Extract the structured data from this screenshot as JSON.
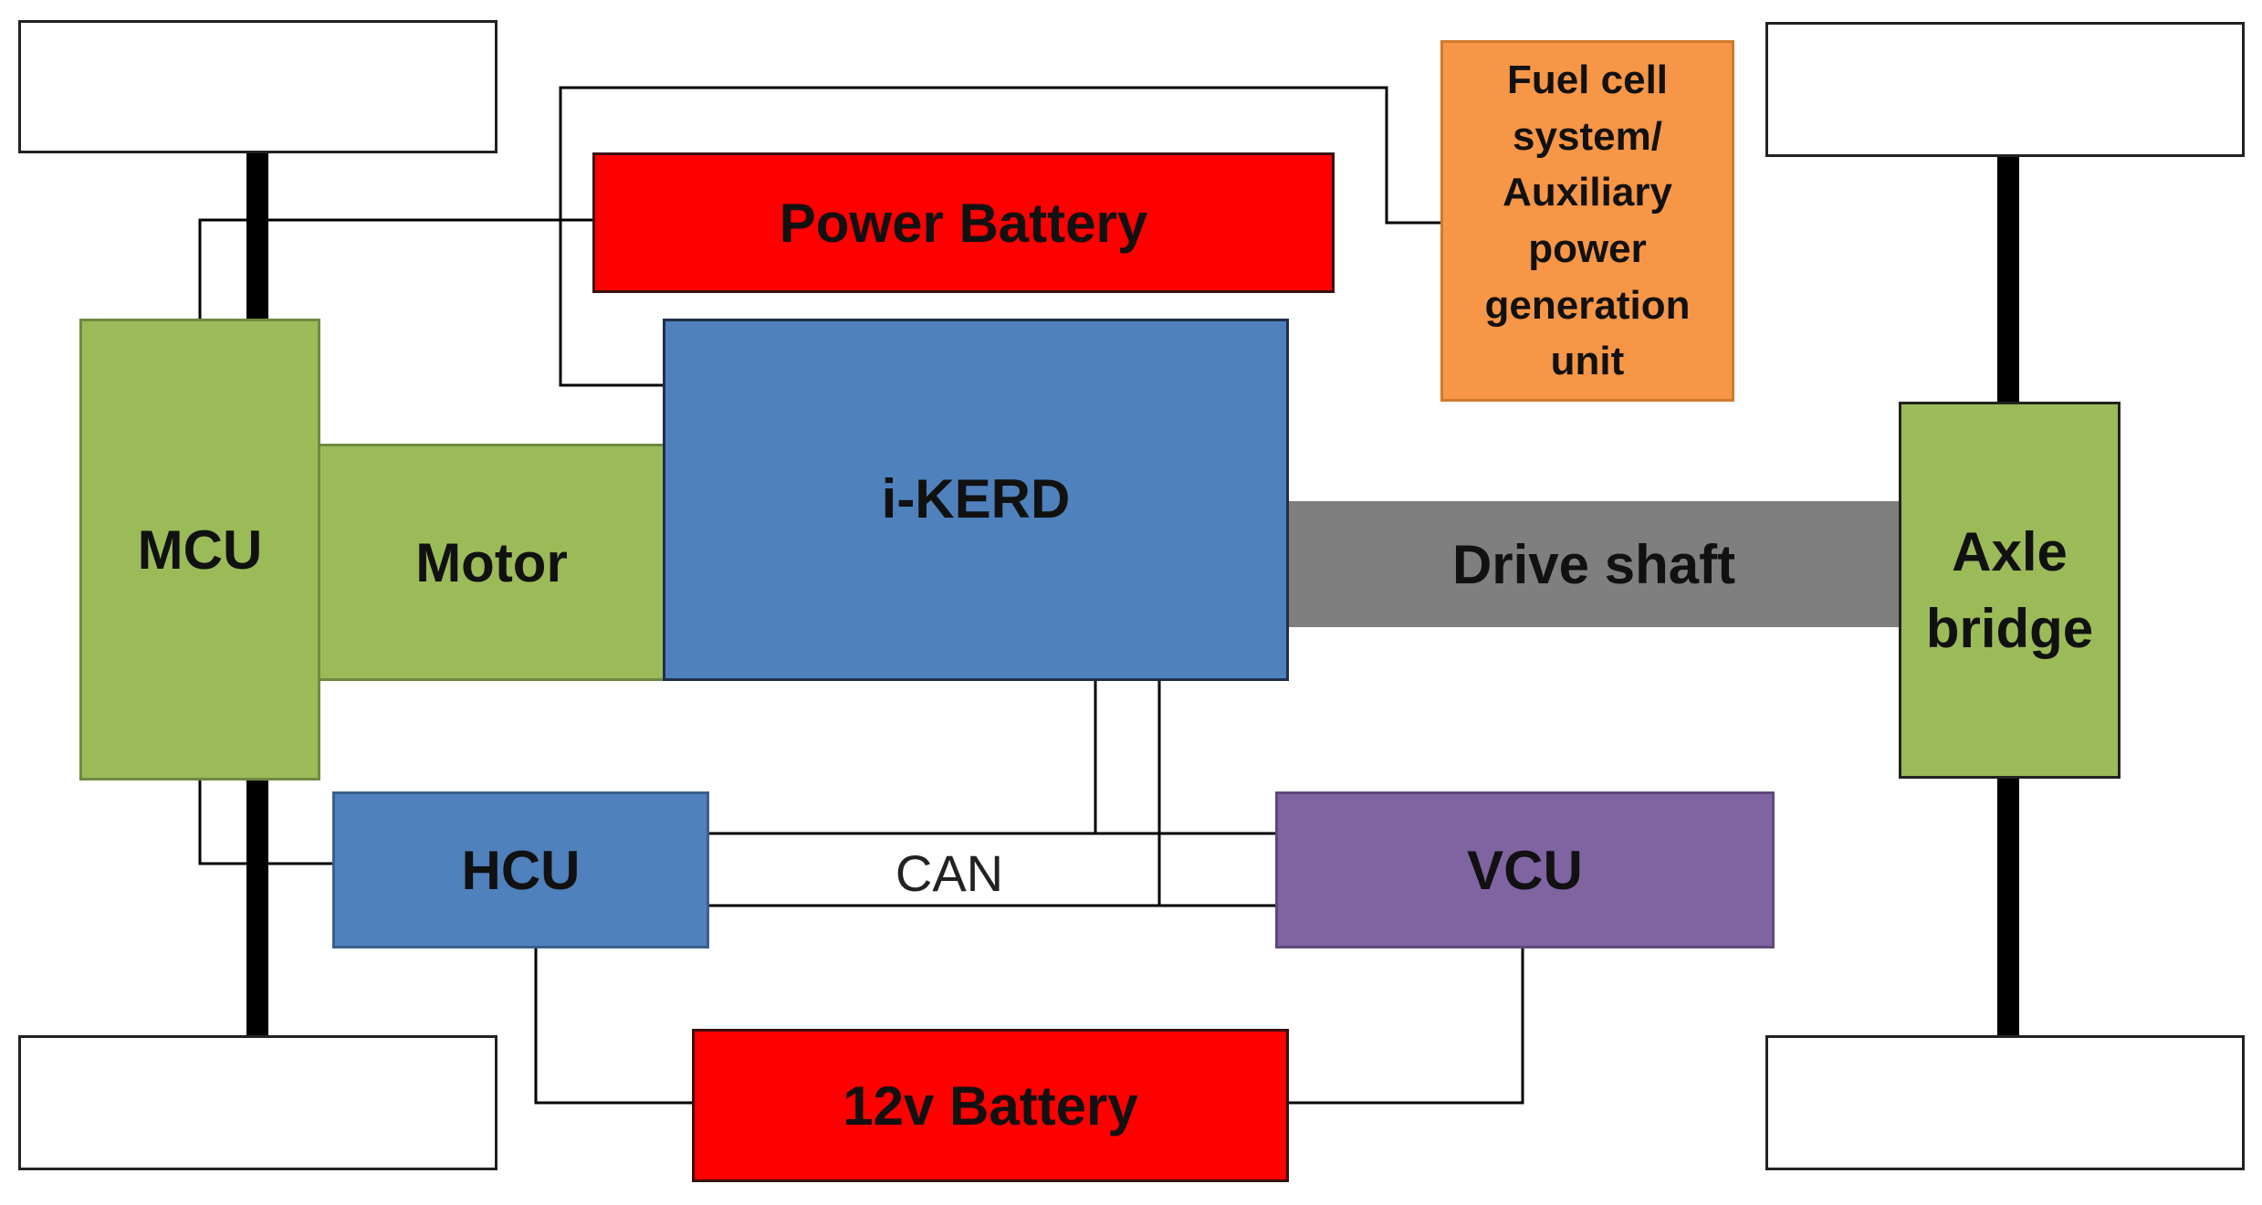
{
  "diagram": {
    "power_battery": "Power Battery",
    "fuel_cell": "Fuel cell system/ Auxiliary power generation unit",
    "mcu": "MCU",
    "motor": "Motor",
    "ikerd": "i-KERD",
    "drive_shaft": "Drive shaft",
    "axle_bridge": "Axle bridge",
    "hcu": "HCU",
    "can": "CAN",
    "vcu": "VCU",
    "battery_12v": "12v Battery"
  },
  "colors": {
    "red": "#ff0000",
    "orange": "#f79646",
    "green": "#9bbb59",
    "blue": "#4f81bd",
    "gray": "#7f7f7f",
    "purple": "#8064a2"
  }
}
